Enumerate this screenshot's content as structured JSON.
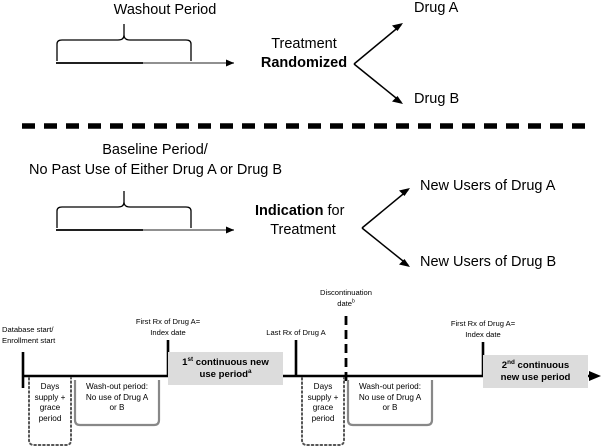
{
  "figure": {
    "title": "Study design diagram: randomized trial vs new-user cohort with continuous use periods",
    "divider": "dashed-horizontal-rule"
  },
  "panel_top": {
    "name": "randomized-trial-panel",
    "bracket_label": "Washout Period",
    "node_line1": "Treatment",
    "node_line2": "Randomized",
    "branch_a": "Drug A",
    "branch_b": "Drug B"
  },
  "panel_middle": {
    "name": "new-user-cohort-panel",
    "bracket_label_line1": "Baseline Period/",
    "bracket_label_line2": "No Past Use of Either Drug A or Drug B",
    "node_line1_strong": "Indication",
    "node_line1_rest": " for",
    "node_line2": "Treatment",
    "branch_a": "New Users of Drug A",
    "branch_b": "New Users of Drug B"
  },
  "panel_timeline": {
    "name": "continuous-use-timeline",
    "ticks": [
      {
        "id": "database-start",
        "label_line1": "Database start/",
        "label_line2": "Enrollment start"
      },
      {
        "id": "first-rx-1",
        "label_line1": "First Rx of Drug A=",
        "label_line2": "Index date"
      },
      {
        "id": "last-rx",
        "label_line1": "Last Rx of Drug A",
        "label_line2": ""
      },
      {
        "id": "discontinuation",
        "label_line1": "Discontinuation",
        "label_line2": "date",
        "label_sup": "b"
      },
      {
        "id": "first-rx-2",
        "label_line1": "First Rx of Drug A=",
        "label_line2": "Index date"
      }
    ],
    "period_boxes": [
      {
        "id": "first-continuous-new-use-period",
        "line1": "1st continuous new",
        "line2": "use period",
        "sup": "a",
        "sup1": "st"
      },
      {
        "id": "second-continuous-new-use-period",
        "line1": "2nd continuous",
        "line2": "new use period",
        "sup": "",
        "sup1": "nd"
      }
    ],
    "days_supply_boxes": [
      {
        "id": "days-supply-grace-left",
        "lines": [
          "Days",
          "supply +",
          "grace",
          "period"
        ]
      },
      {
        "id": "days-supply-grace-right",
        "lines": [
          "Days",
          "supply +",
          "grace",
          "period"
        ]
      }
    ],
    "washout_boxes": [
      {
        "id": "washout-box-left",
        "lines": [
          "Wash-out period:",
          "No use of Drug A",
          "or B"
        ]
      },
      {
        "id": "washout-box-right",
        "lines": [
          "Wash-out period:",
          "No use of Drug A",
          "or B"
        ]
      }
    ]
  },
  "colors": {
    "gray_box": "#dcdcdc",
    "line_black": "#000000",
    "line_gray": "#808080",
    "washout_outline": "#808080"
  }
}
